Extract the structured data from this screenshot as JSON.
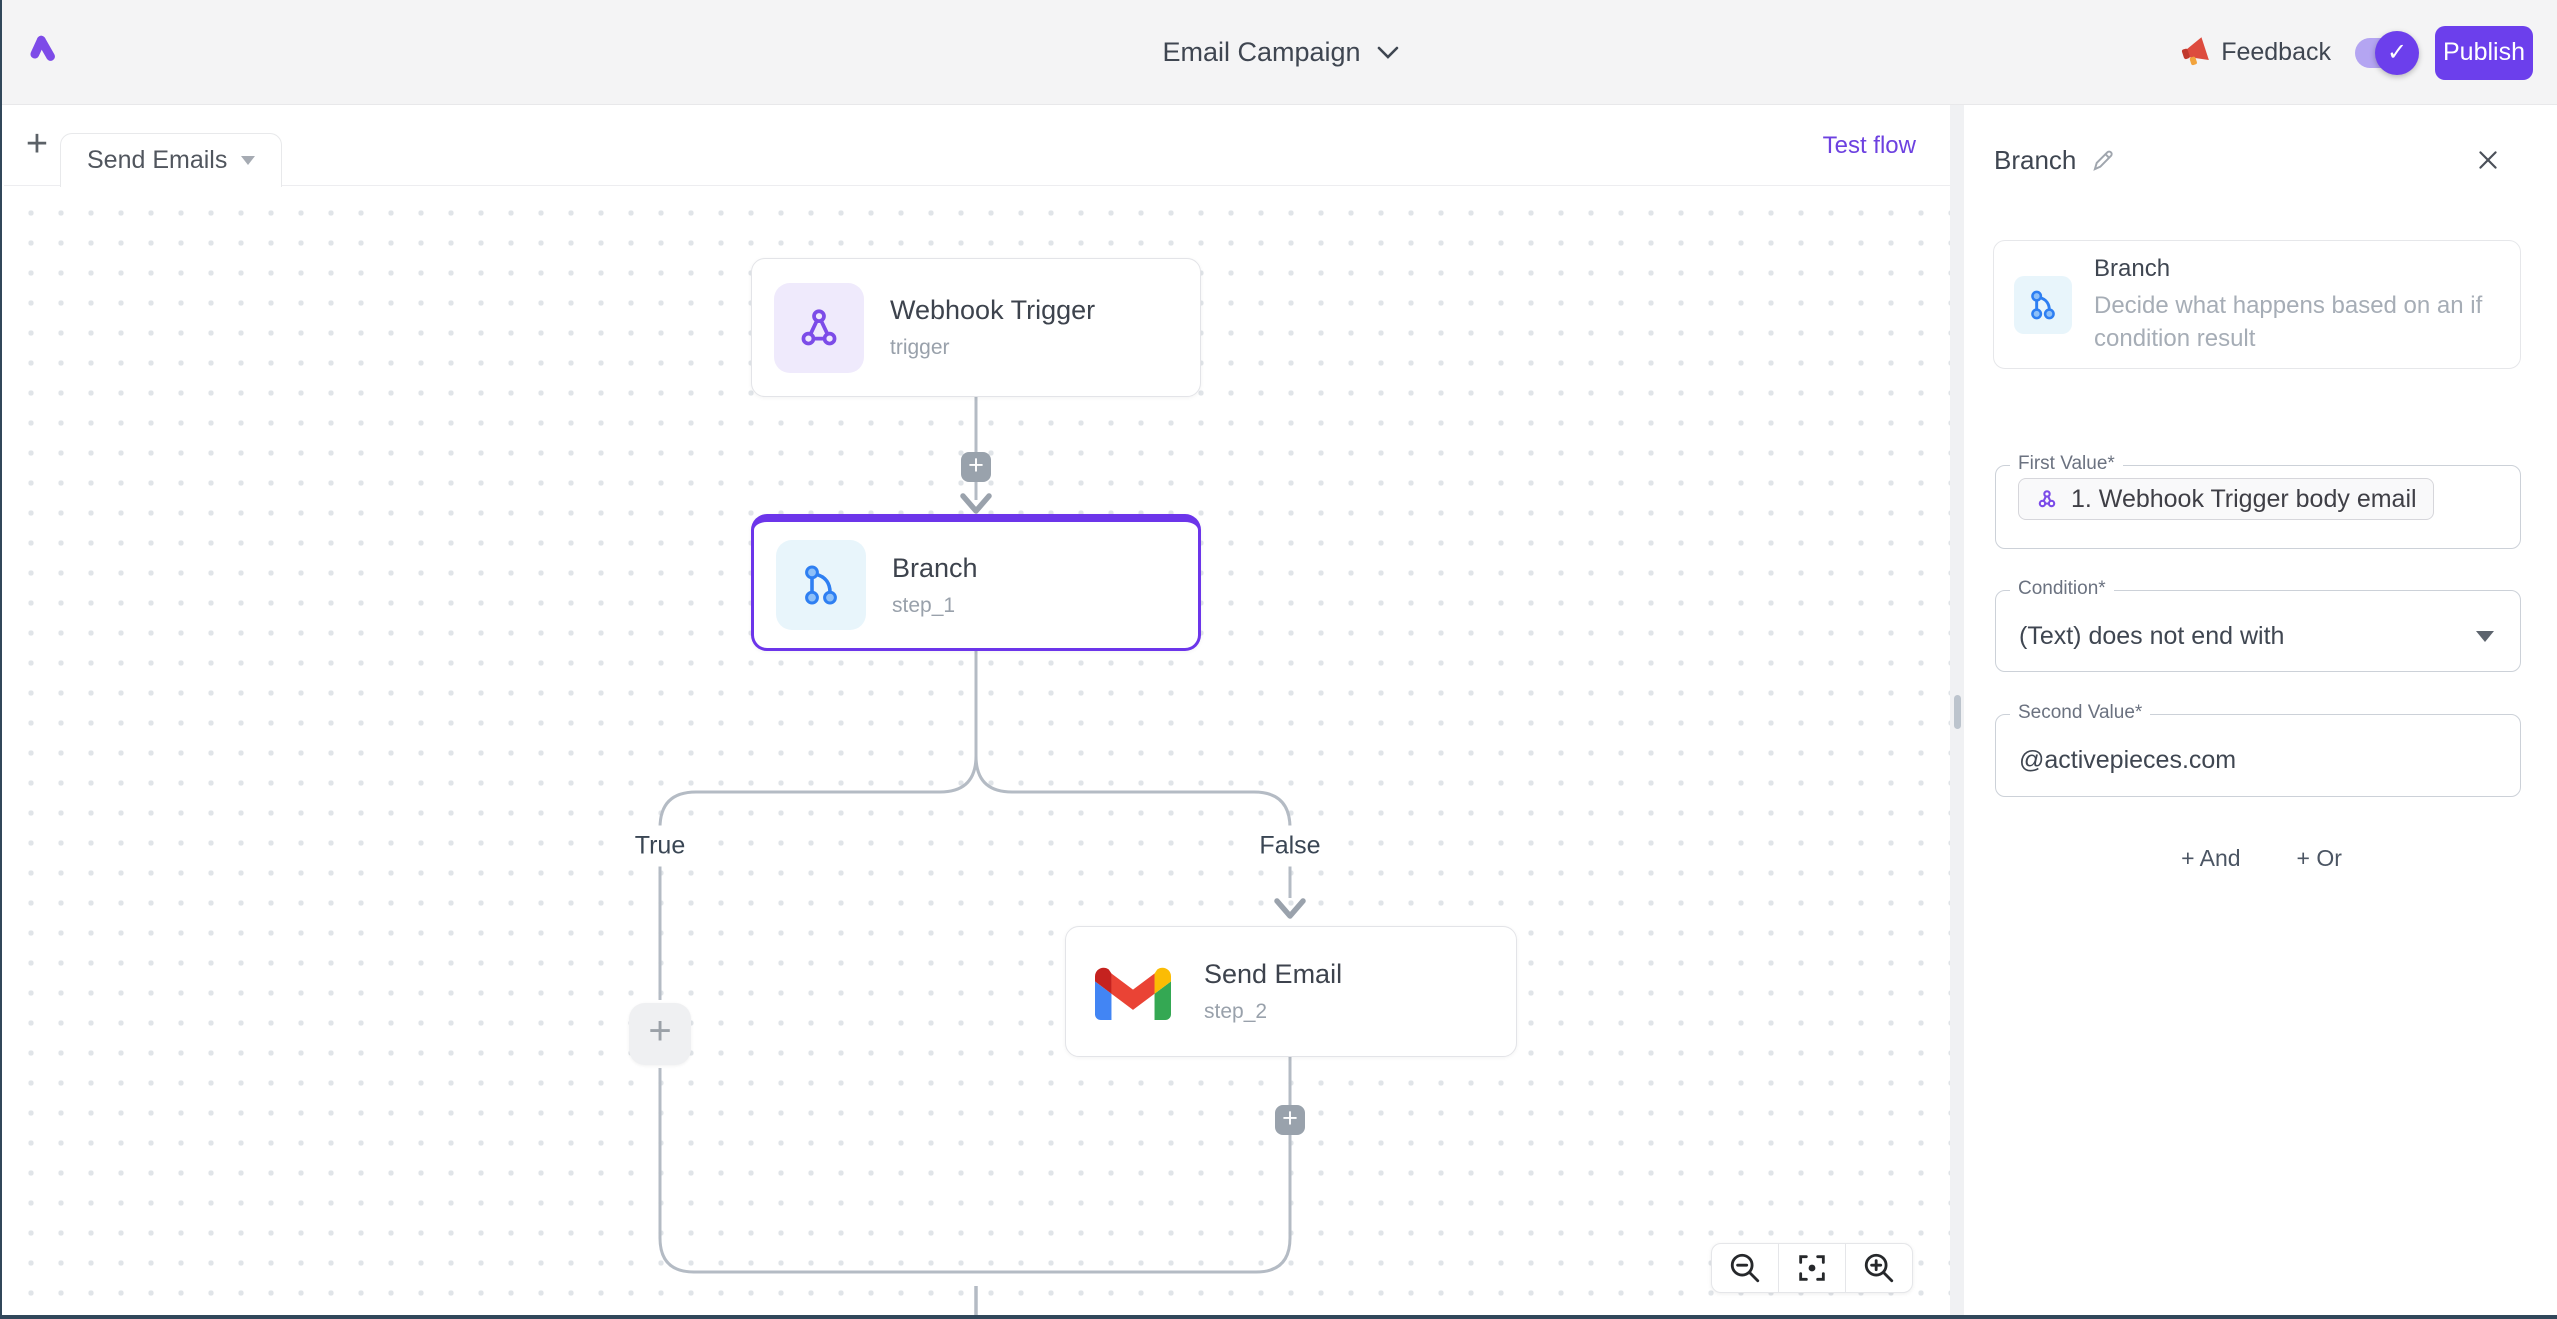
{
  "colors": {
    "accent": "#6c3fec",
    "logo_purple": "#7d4be8",
    "edge_gray": "#b4bbc4",
    "branch_blue": "#2e7ff2"
  },
  "topbar": {
    "title": "Email Campaign",
    "feedback_label": "Feedback",
    "publish_label": "Publish",
    "toggle_state": "on"
  },
  "toolbar": {
    "tab_label": "Send Emails",
    "add_tab_label": "+",
    "test_flow_label": "Test flow"
  },
  "canvas": {
    "nodes": [
      {
        "id": "webhook",
        "title": "Webhook Trigger",
        "subtitle": "trigger"
      },
      {
        "id": "branch",
        "title": "Branch",
        "subtitle": "step_1",
        "selected": true
      },
      {
        "id": "send_email",
        "title": "Send Email",
        "subtitle": "step_2"
      }
    ],
    "branch_labels": {
      "true": "True",
      "false": "False"
    },
    "edge_plus_label": "+",
    "big_plus_label": "+"
  },
  "panel": {
    "title": "Branch",
    "info": {
      "name": "Branch",
      "description": "Decide what happens based on an if condition result"
    },
    "fields": [
      {
        "label": "First Value*",
        "value": "1. Webhook Trigger body email",
        "type": "token"
      },
      {
        "label": "Condition*",
        "value": "(Text) does not end with",
        "type": "select"
      },
      {
        "label": "Second Value*",
        "value": "@activepieces.com",
        "type": "text"
      }
    ],
    "add_and_label": "+ And",
    "add_or_label": "+ Or"
  }
}
